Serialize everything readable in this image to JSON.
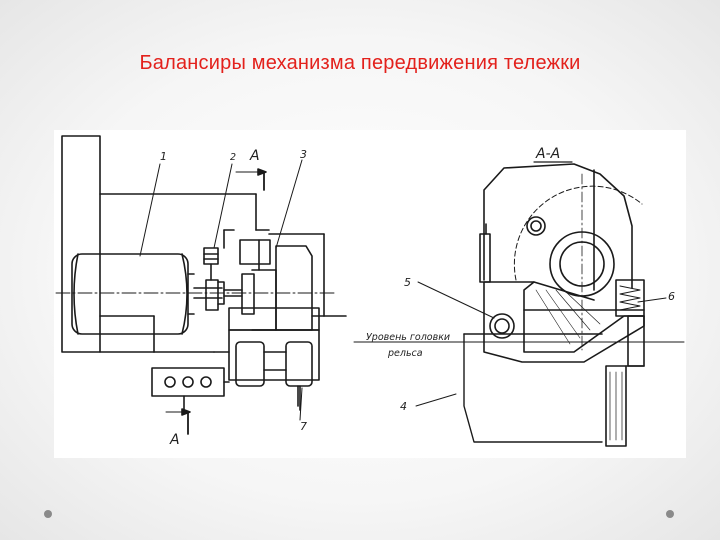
{
  "slide": {
    "title": "Балансиры механизма передвижения тележки"
  },
  "diagram": {
    "left_labels": {
      "n1": "1",
      "n2": "2",
      "n3": "3",
      "n7": "7",
      "sectionTop": "А",
      "sectionBottom": "А"
    },
    "right_labels": {
      "section": "А-А",
      "n4": "4",
      "n5": "5",
      "n6": "6",
      "rail_line1": "Уровень головки",
      "rail_line2": "рельса"
    }
  },
  "colors": {
    "title": "#e3211c",
    "line": "#1a1a1a",
    "dots": "#8a8a8a"
  }
}
